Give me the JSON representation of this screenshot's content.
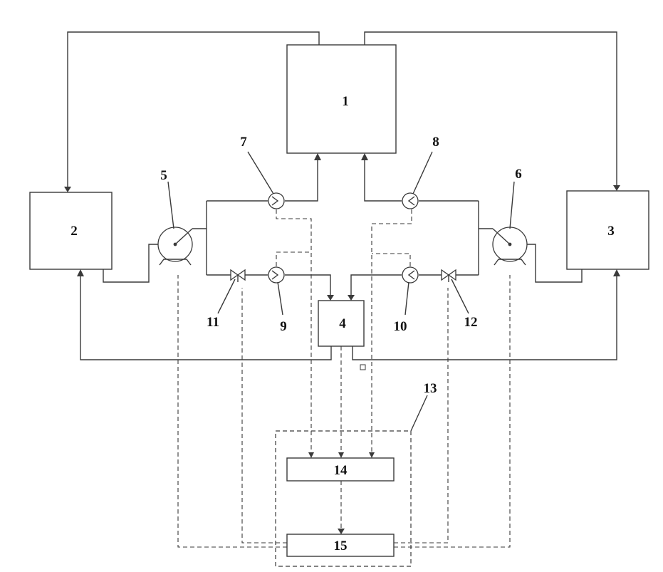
{
  "labels": {
    "n1": "1",
    "n2": "2",
    "n3": "3",
    "n4": "4",
    "n5": "5",
    "n6": "6",
    "n7": "7",
    "n8": "8",
    "n9": "9",
    "n10": "10",
    "n11": "11",
    "n12": "12",
    "n13": "13",
    "n14": "14",
    "n15": "15"
  },
  "icons": {
    "pump": "pump-icon",
    "check_valve": "check-valve-icon",
    "control_valve": "control-valve-icon"
  }
}
